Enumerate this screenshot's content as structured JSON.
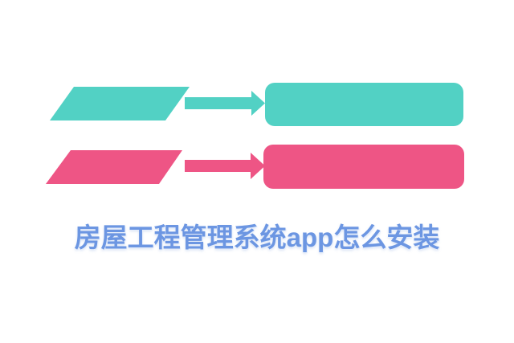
{
  "background_color": "#ffffff",
  "caption": {
    "text": "房屋工程管理系统app怎么安装",
    "color": "#6c96e2"
  },
  "diagram": {
    "rows": [
      {
        "name": "teal-flow-row",
        "color": "#52d1c4",
        "shapes": [
          "parallelogram",
          "arrow-right",
          "rounded-rectangle"
        ]
      },
      {
        "name": "pink-flow-row",
        "color": "#ee5585",
        "shapes": [
          "parallelogram",
          "arrow-right",
          "rounded-rectangle"
        ]
      }
    ]
  }
}
